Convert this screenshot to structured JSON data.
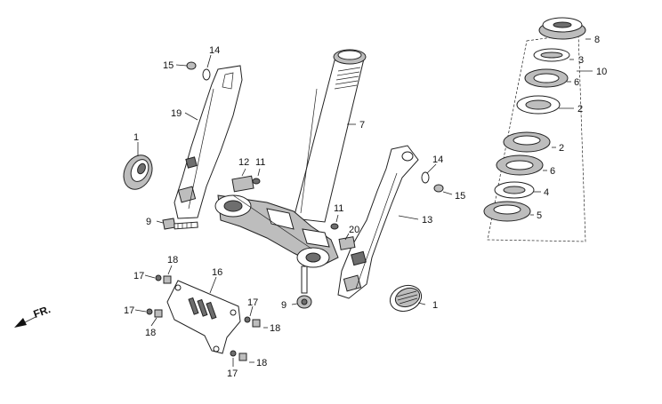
{
  "callouts": {
    "c1_left": "1",
    "c1_right": "1",
    "c2_a": "2",
    "c2_b": "2",
    "c3": "3",
    "c4": "4",
    "c5": "5",
    "c6_a": "6",
    "c6_b": "6",
    "c7": "7",
    "c8": "8",
    "c9_left": "9",
    "c9_bottom": "9",
    "c10": "10",
    "c11_a": "11",
    "c11_b": "11",
    "c12": "12",
    "c13": "13",
    "c14_left": "14",
    "c14_right": "14",
    "c15_left": "15",
    "c15_right": "15",
    "c16": "16",
    "c17_a": "17",
    "c17_b": "17",
    "c17_c": "17",
    "c17_d": "17",
    "c18_a": "18",
    "c18_b": "18",
    "c18_c": "18",
    "c18_d": "18",
    "c19": "19",
    "c20": "20"
  },
  "direction_label": "FR."
}
